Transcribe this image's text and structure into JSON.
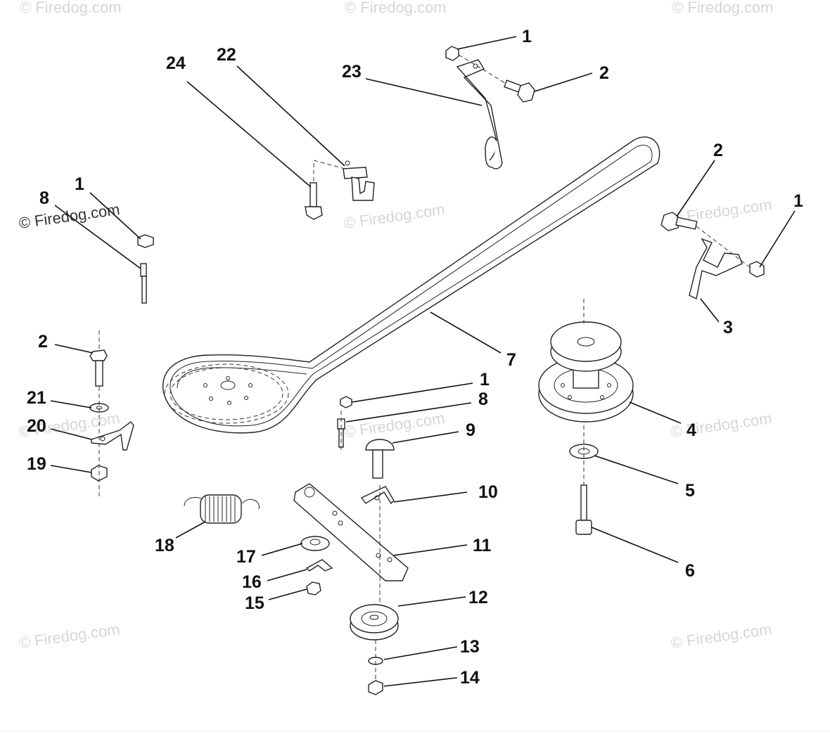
{
  "diagram": {
    "background": "#ffffff",
    "line_color": "#111111",
    "watermark_color": "#d6d6d6",
    "watermarks": [
      "© Firedog.com",
      "© Firedog.com",
      "© Firedog.com",
      "© Firedog.com",
      "© Firedog.com",
      "© Firedog.com",
      "© Firedog.com",
      "© Firedog.com",
      "© Firedog.com",
      "© Firedog.com",
      "© Firedog.com"
    ],
    "callouts": [
      {
        "id": "c1a",
        "label": "1"
      },
      {
        "id": "c2a",
        "label": "2"
      },
      {
        "id": "c23",
        "label": "23"
      },
      {
        "id": "c24",
        "label": "24"
      },
      {
        "id": "c22",
        "label": "22"
      },
      {
        "id": "c2b",
        "label": "2"
      },
      {
        "id": "c1b",
        "label": "1"
      },
      {
        "id": "c3",
        "label": "3"
      },
      {
        "id": "c1c",
        "label": "1"
      },
      {
        "id": "c8a",
        "label": "8"
      },
      {
        "id": "c7",
        "label": "7"
      },
      {
        "id": "c4",
        "label": "4"
      },
      {
        "id": "c5",
        "label": "5"
      },
      {
        "id": "c6",
        "label": "6"
      },
      {
        "id": "c2c",
        "label": "2"
      },
      {
        "id": "c21",
        "label": "21"
      },
      {
        "id": "c20",
        "label": "20"
      },
      {
        "id": "c19",
        "label": "19"
      },
      {
        "id": "c1d",
        "label": "1"
      },
      {
        "id": "c8b",
        "label": "8"
      },
      {
        "id": "c9",
        "label": "9"
      },
      {
        "id": "c10",
        "label": "10"
      },
      {
        "id": "c11",
        "label": "11"
      },
      {
        "id": "c12",
        "label": "12"
      },
      {
        "id": "c13",
        "label": "13"
      },
      {
        "id": "c14",
        "label": "14"
      },
      {
        "id": "c18",
        "label": "18"
      },
      {
        "id": "c17",
        "label": "17"
      },
      {
        "id": "c16",
        "label": "16"
      },
      {
        "id": "c15",
        "label": "15"
      }
    ]
  }
}
